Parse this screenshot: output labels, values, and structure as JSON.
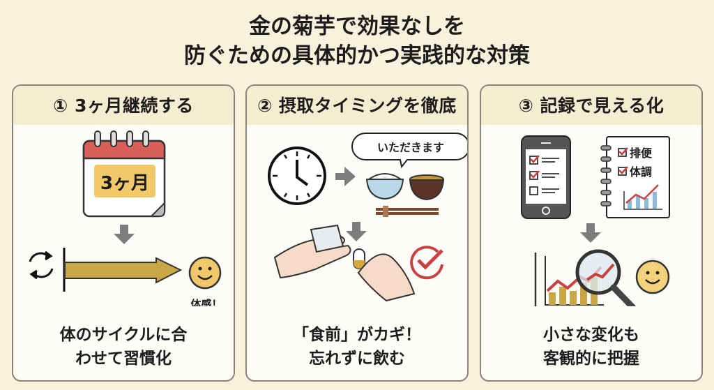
{
  "title": {
    "line1": "金の菊芋で効果なしを",
    "line2": "防ぐための具体的かつ実践的な対策"
  },
  "panels": [
    {
      "heading": "① 3ヶ月継続する",
      "calendar_label": "3ヶ月",
      "feel_label": "体感！",
      "caption_line1": "体のサイクルに合",
      "caption_line2": "わせて習慣化"
    },
    {
      "heading": "② 摂取タイミングを徹底",
      "speech_bubble": "いただきます",
      "caption_line1": "「食前」がカギ！",
      "caption_line2": "忘れずに飲む"
    },
    {
      "heading": "③ 記録で見える化",
      "notebook_item1": "排便",
      "notebook_item2": "体調",
      "caption_line1": "小さな変化も",
      "caption_line2": "客観的に把握"
    }
  ],
  "colors": {
    "background": "#f8f1dc",
    "header": "#f5edd2",
    "gold": "#c9a646",
    "red": "#c9413e",
    "arrow_gray": "#7d7d7d"
  }
}
